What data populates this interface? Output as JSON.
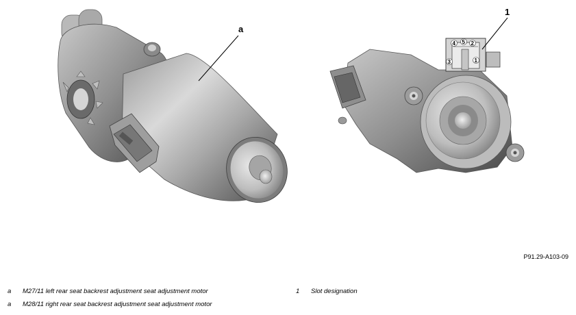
{
  "callouts": {
    "motor_a": "a",
    "slot_1": "1"
  },
  "pins": [
    "4",
    "5",
    "2",
    "3",
    "1"
  ],
  "reference_code": "P91.29-A103-09",
  "legend_left": [
    {
      "key": "a",
      "text": "M27/11 left rear seat backrest adjustment seat adjustment motor"
    },
    {
      "key": "a",
      "text": "M28/11 right rear seat backrest adjustment seat adjustment motor"
    }
  ],
  "legend_right": [
    {
      "key": "1",
      "text": "Slot designation"
    }
  ]
}
